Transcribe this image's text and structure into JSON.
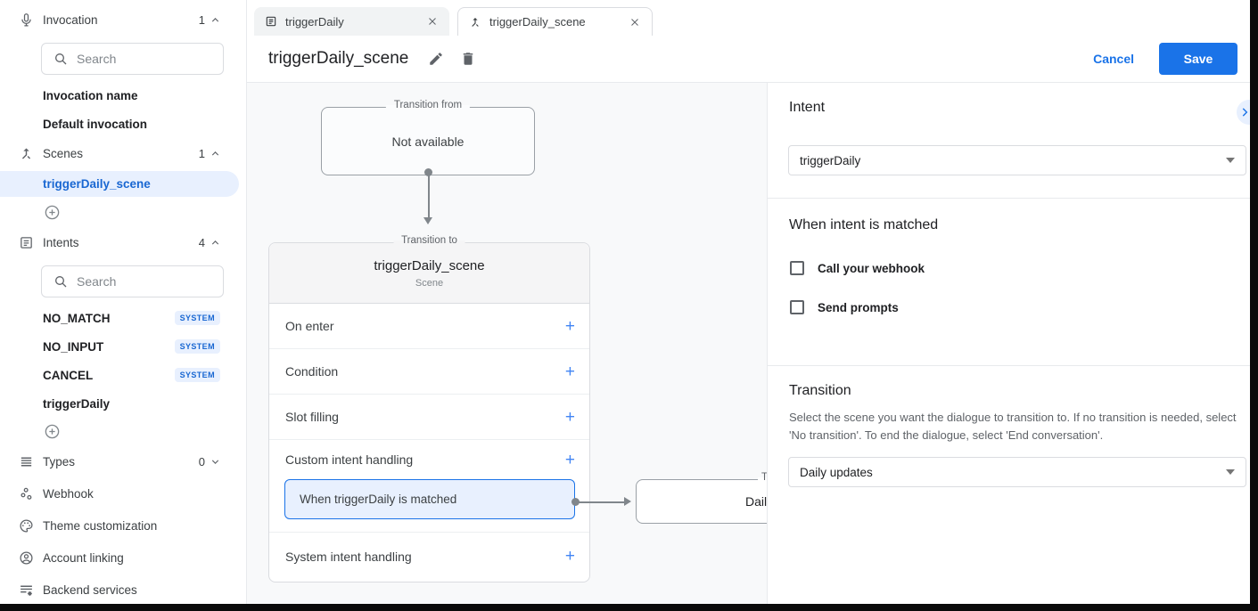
{
  "sidebar": {
    "invocation": {
      "label": "Invocation",
      "count": "1",
      "search_placeholder": "Search",
      "items": [
        "Invocation name",
        "Default invocation"
      ]
    },
    "scenes": {
      "label": "Scenes",
      "count": "1",
      "selected_item": "triggerDaily_scene"
    },
    "intents": {
      "label": "Intents",
      "count": "4",
      "search_placeholder": "Search",
      "items": [
        {
          "name": "NO_MATCH",
          "badge": "SYSTEM"
        },
        {
          "name": "NO_INPUT",
          "badge": "SYSTEM"
        },
        {
          "name": "CANCEL",
          "badge": "SYSTEM"
        },
        {
          "name": "triggerDaily"
        }
      ]
    },
    "types": {
      "label": "Types",
      "count": "0"
    },
    "links": [
      "Webhook",
      "Theme customization",
      "Account linking",
      "Backend services"
    ]
  },
  "tabs": {
    "tab1": {
      "label": "triggerDaily"
    },
    "tab2": {
      "label": "triggerDaily_scene"
    }
  },
  "toolbar": {
    "title": "triggerDaily_scene",
    "cancel_label": "Cancel",
    "save_label": "Save"
  },
  "canvas": {
    "transition_from": {
      "legend": "Transition from",
      "text": "Not available"
    },
    "scene": {
      "legend": "Transition to",
      "title": "triggerDaily_scene",
      "type_label": "Scene",
      "add_icon": "+",
      "rows": [
        "On enter",
        "Condition",
        "Slot filling",
        "Custom intent handling",
        "System intent handling"
      ],
      "handler": "When triggerDaily is matched"
    },
    "target": {
      "legend": "Transition to",
      "title": "Daily updates"
    }
  },
  "panel": {
    "intent": {
      "heading": "Intent",
      "value": "triggerDaily"
    },
    "matched": {
      "heading": "When intent is matched",
      "webhook_label": "Call your webhook",
      "prompts_label": "Send prompts"
    },
    "transition": {
      "heading": "Transition",
      "description": "Select the scene you want the dialogue to transition to. If no transition is needed, select 'No transition'. To end the dialogue, select 'End conversation'.",
      "value": "Daily updates"
    }
  },
  "colors": {
    "accent": "#1a73e8",
    "selected_bg": "#e8f0fe",
    "badge_text": "#1967d2",
    "canvas_bg": "#f8f9fa"
  }
}
